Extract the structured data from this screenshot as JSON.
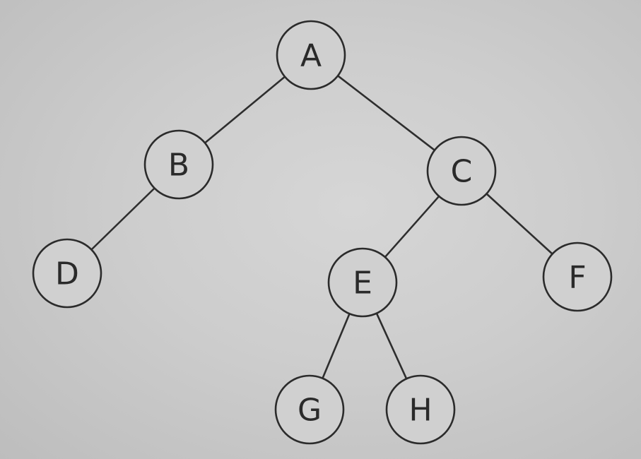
{
  "tree": {
    "nodes": [
      {
        "id": "A",
        "label": "A"
      },
      {
        "id": "B",
        "label": "B"
      },
      {
        "id": "C",
        "label": "C"
      },
      {
        "id": "D",
        "label": "D"
      },
      {
        "id": "E",
        "label": "E"
      },
      {
        "id": "F",
        "label": "F"
      },
      {
        "id": "G",
        "label": "G"
      },
      {
        "id": "H",
        "label": "H"
      }
    ],
    "edges": [
      {
        "from": "A",
        "to": "B"
      },
      {
        "from": "A",
        "to": "C"
      },
      {
        "from": "B",
        "to": "D"
      },
      {
        "from": "C",
        "to": "E"
      },
      {
        "from": "C",
        "to": "F"
      },
      {
        "from": "E",
        "to": "G"
      },
      {
        "from": "E",
        "to": "H"
      }
    ]
  },
  "colors": {
    "background": "#cdcdcd",
    "stroke": "#2b2b2b",
    "text": "#2a2a2a"
  }
}
